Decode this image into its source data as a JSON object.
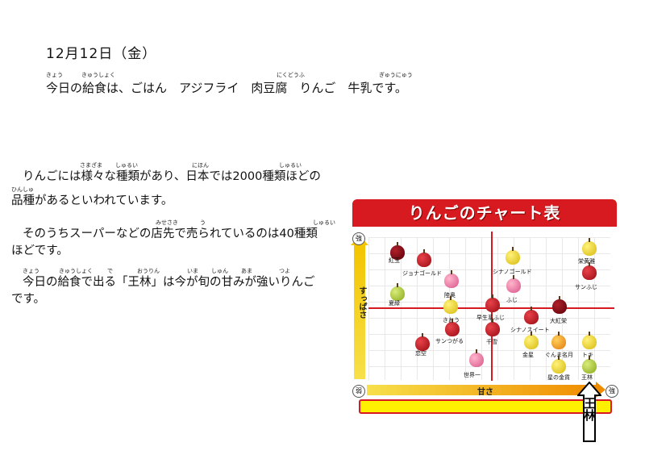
{
  "date": "12月12日（金）",
  "menu": {
    "text": "今日の給食は、ごはん　アジフライ　肉豆腐　りんご　牛乳です。",
    "ruby": [
      "きょう",
      "きゅうしょく",
      "にくどうふ",
      "ぎゅうにゅう"
    ]
  },
  "paragraphs": [
    {
      "lines": [
        "りんごには様々な種類があり、日本では2000種類ほどの",
        "品種があるといわれています。"
      ],
      "ruby": [
        "さまざま",
        "しゅるい",
        "にほん",
        "しゅるい",
        "ひんしゅ"
      ]
    },
    {
      "lines": [
        "そのうちスーパーなどの店先で売られているのは40種類",
        "ほどです。"
      ],
      "ruby": [
        "みせさき",
        "う",
        "しゅるい"
      ]
    },
    {
      "lines": [
        "今日の給食で出る「王林」は今が旬の甘みが強いりんご",
        "です。"
      ],
      "ruby": [
        "きょう",
        "きゅうしょく",
        "で",
        "おうりん",
        "いま",
        "しゅん",
        "あま",
        "つよ"
      ]
    }
  ],
  "chart": {
    "title": "りんごのチャート表",
    "y_label": "すっぱさ",
    "x_label": "甘さ",
    "strong": "強",
    "weak": "弱",
    "apples": [
      {
        "name": "紅玉",
        "color": "dark"
      },
      {
        "name": "ジョナゴールド",
        "color": "red"
      },
      {
        "name": "シナノゴールド",
        "color": "yellow"
      },
      {
        "name": "栄黄雅",
        "color": "yellow"
      },
      {
        "name": "サンふじ",
        "color": "red"
      },
      {
        "name": "陸奥",
        "color": "pink"
      },
      {
        "name": "ふじ",
        "color": "pink"
      },
      {
        "name": "夏緑",
        "color": "green"
      },
      {
        "name": "きおう",
        "color": "yellow"
      },
      {
        "name": "早生系ふじ",
        "color": "red"
      },
      {
        "name": "シナノスイート",
        "color": "red"
      },
      {
        "name": "大紅栄",
        "color": "dark"
      },
      {
        "name": "サンつがる",
        "color": "red"
      },
      {
        "name": "千雪",
        "color": "red"
      },
      {
        "name": "恋空",
        "color": "red"
      },
      {
        "name": "金星",
        "color": "yellow"
      },
      {
        "name": "ぐんま名月",
        "color": "orange"
      },
      {
        "name": "トキ",
        "color": "yellow"
      },
      {
        "name": "世界一",
        "color": "pink"
      },
      {
        "name": "星の金貨",
        "color": "yellow"
      },
      {
        "name": "王林",
        "color": "green"
      }
    ]
  },
  "callout": "王林"
}
